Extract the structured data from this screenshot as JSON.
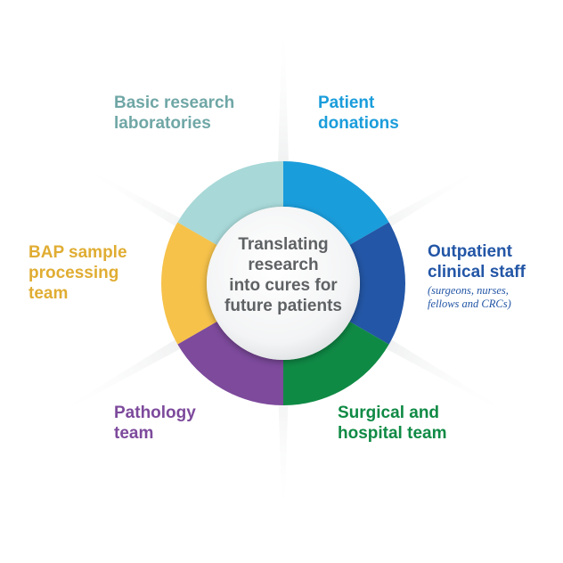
{
  "center": {
    "lines": [
      "Translating",
      "research",
      "into cures for",
      "future patients"
    ],
    "color": "#5f6264"
  },
  "segments": [
    {
      "id": "patient-donations",
      "lines": [
        "Patient",
        "donations"
      ],
      "note": "",
      "color": "#1a9ddb"
    },
    {
      "id": "outpatient-clinical-staff",
      "lines": [
        "Outpatient",
        "clinical staff"
      ],
      "note": "(surgeons, nurses, fellows and CRCs)",
      "note_lines": [
        "(surgeons, nurses,",
        "fellows and CRCs)"
      ],
      "color": "#2356a6"
    },
    {
      "id": "surgical-hospital-team",
      "lines": [
        "Surgical and",
        "hospital team"
      ],
      "note": "",
      "color": "#0f8a45"
    },
    {
      "id": "pathology-team",
      "lines": [
        "Pathology",
        "team"
      ],
      "note": "",
      "color": "#7d4a9c"
    },
    {
      "id": "bap-sample-processing-team",
      "lines": [
        "BAP sample",
        "processing",
        "team"
      ],
      "note": "",
      "color": "#f6c24a",
      "text_color": "#e0ad33"
    },
    {
      "id": "basic-research-laboratories",
      "lines": [
        "Basic research",
        "laboratories"
      ],
      "note": "",
      "color": "#a8d8d8",
      "text_color": "#6fa7a6"
    }
  ]
}
